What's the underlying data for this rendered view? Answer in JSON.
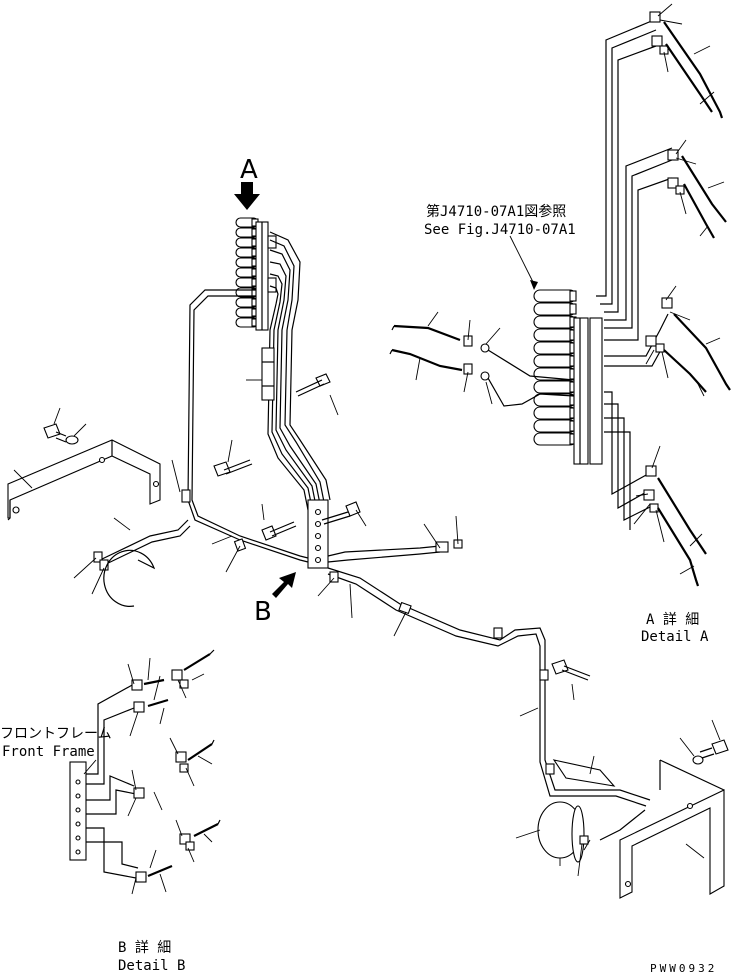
{
  "view_labels": {
    "a": "A",
    "b": "B"
  },
  "reference": {
    "japanese": "第J4710-07A1図参照",
    "english": "See Fig.J4710-07A1"
  },
  "detail_a": {
    "japanese": "A 詳 細",
    "english": "Detail A"
  },
  "detail_b": {
    "japanese": "B 詳 細",
    "english": "Detail B"
  },
  "front_frame": {
    "japanese": "フロントフレーム",
    "english": "Front Frame"
  },
  "drawing_code": "PWW0932"
}
